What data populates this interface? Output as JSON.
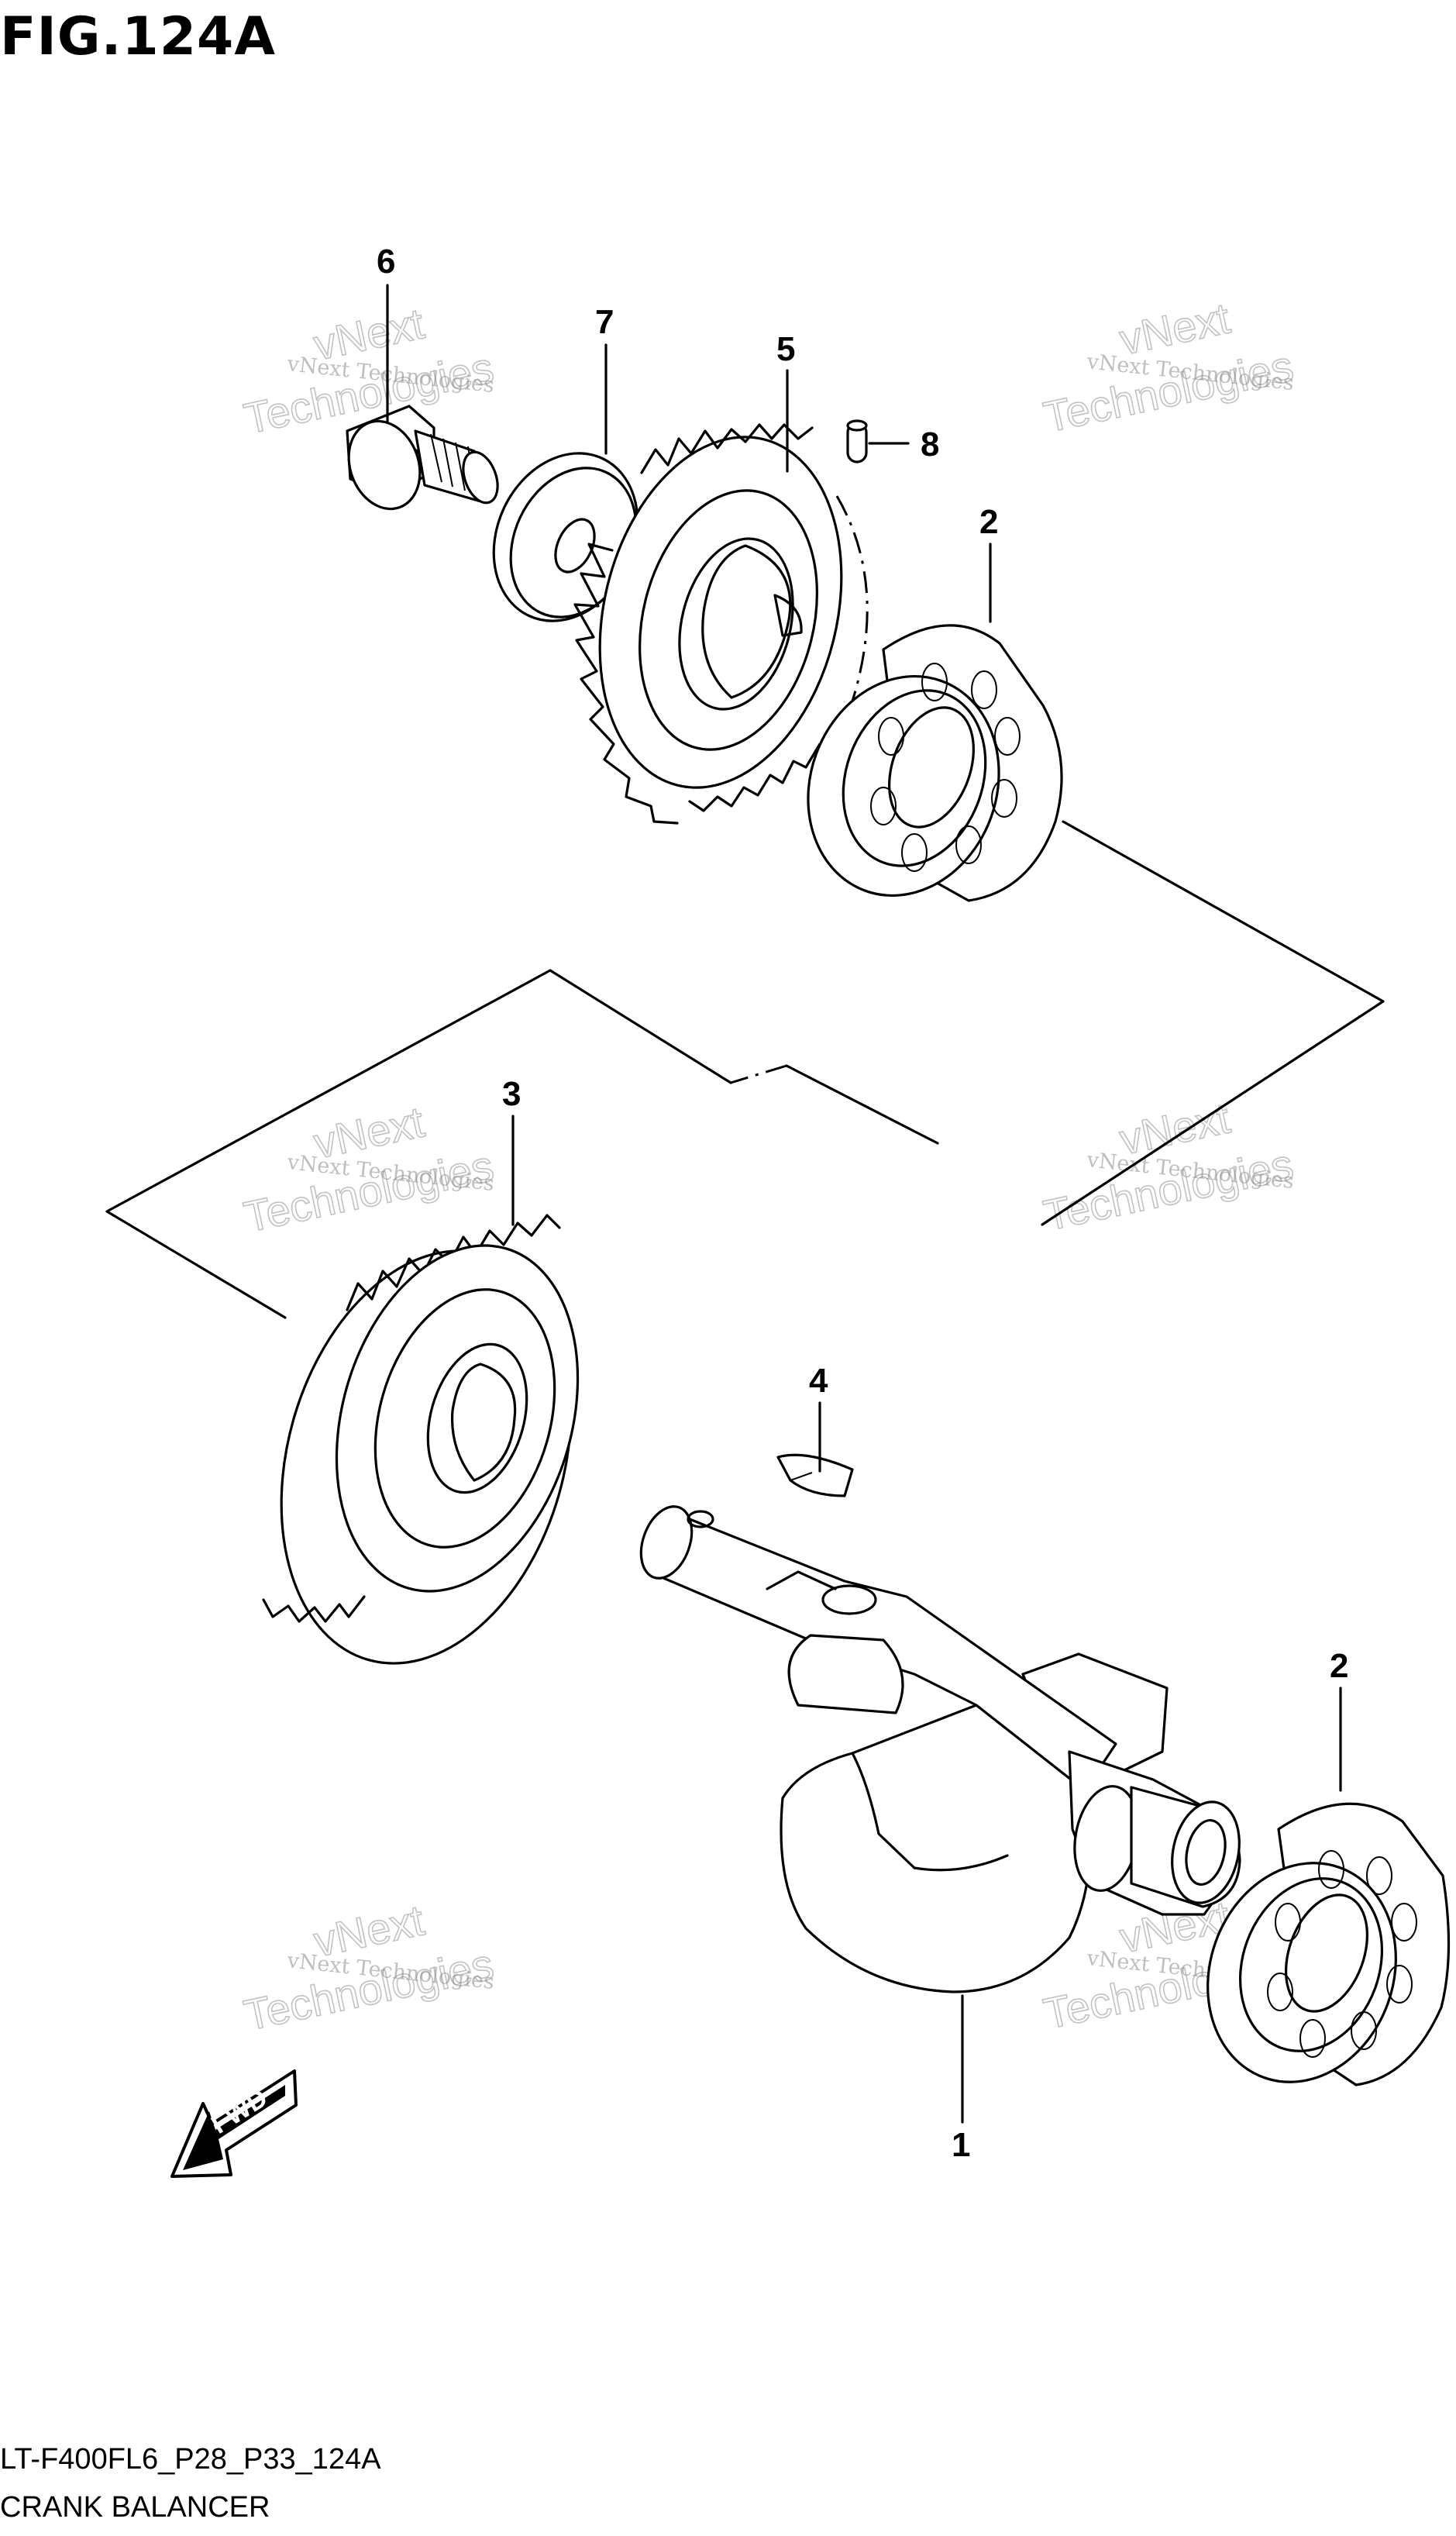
{
  "figure": {
    "title": "FIG.124A",
    "code": "LT-F400FL6_P28_P33_124A",
    "name": "CRANK BALANCER"
  },
  "callouts": [
    "1",
    "2",
    "2",
    "3",
    "4",
    "5",
    "6",
    "7",
    "8"
  ],
  "watermark": {
    "line1": "vNext Technologies",
    "line2": "vNext",
    "line3": "Technologies"
  },
  "fwd_label": "FWD"
}
